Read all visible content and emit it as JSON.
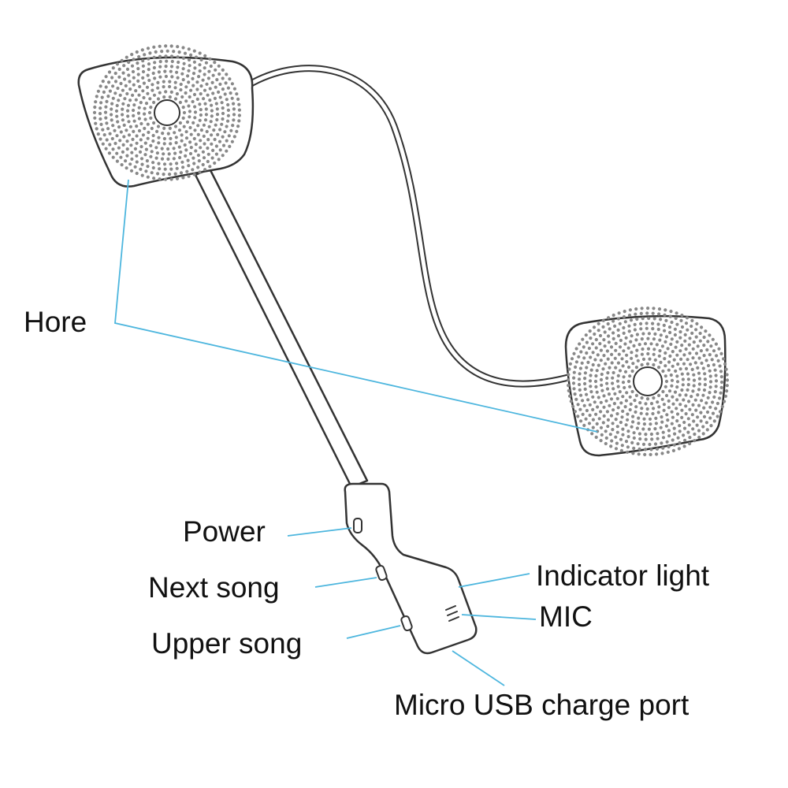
{
  "labels": {
    "hore": "Hore",
    "power": "Power",
    "next_song": "Next song",
    "upper_song": "Upper song",
    "indicator_light": "Indicator light",
    "mic": "MIC",
    "micro_usb": "Micro USB charge port"
  },
  "colors": {
    "outline": "#333333",
    "leader": "#4db6de",
    "dot": "#888888",
    "background": "#ffffff"
  }
}
